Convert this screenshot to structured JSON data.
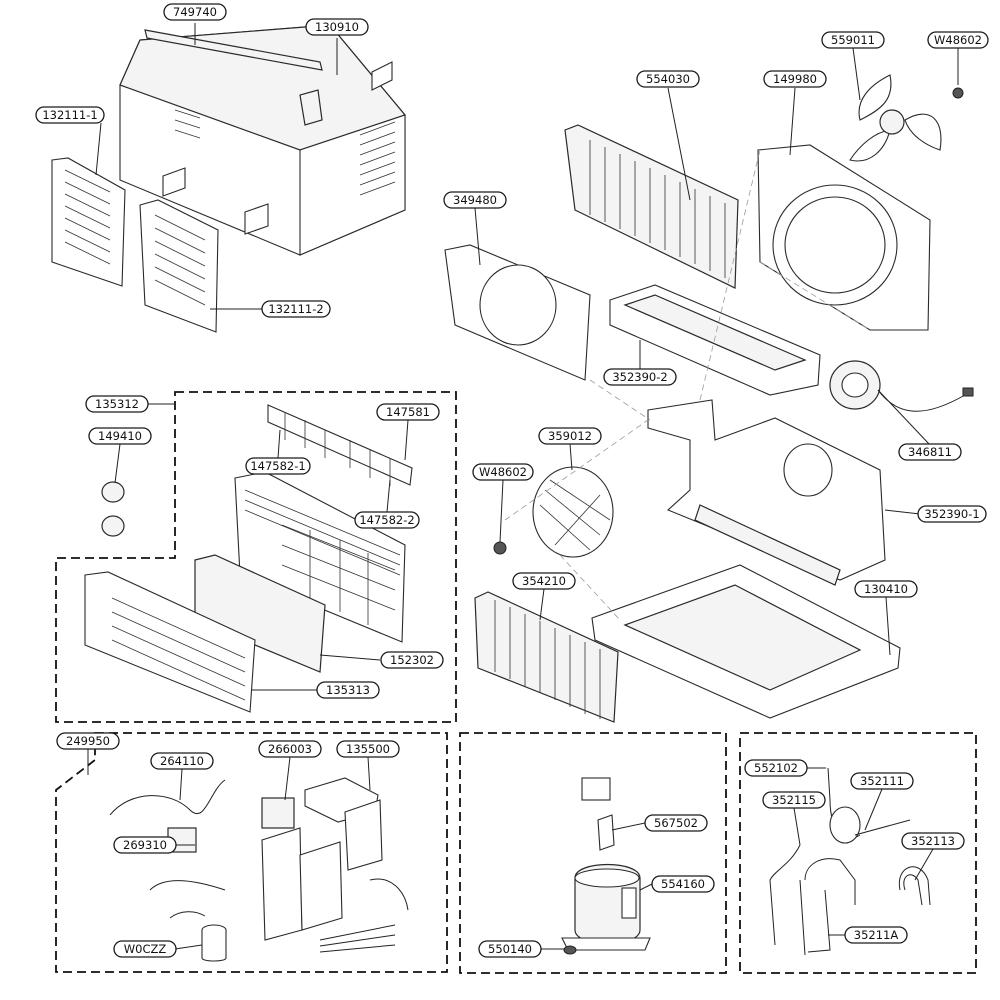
{
  "diagram": {
    "part_callouts": [
      {
        "id": "c1",
        "label": "749740"
      },
      {
        "id": "c2",
        "label": "130910"
      },
      {
        "id": "c3",
        "label": "132111-1"
      },
      {
        "id": "c4",
        "label": "132111-2"
      },
      {
        "id": "c5",
        "label": "554030"
      },
      {
        "id": "c6",
        "label": "559011"
      },
      {
        "id": "c7",
        "label": "W48602"
      },
      {
        "id": "c8",
        "label": "149980"
      },
      {
        "id": "c9",
        "label": "349480"
      },
      {
        "id": "c10",
        "label": "352390-2"
      },
      {
        "id": "c11",
        "label": "135312"
      },
      {
        "id": "c12",
        "label": "147581"
      },
      {
        "id": "c13",
        "label": "149410"
      },
      {
        "id": "c14",
        "label": "147582-1"
      },
      {
        "id": "c15",
        "label": "147582-2"
      },
      {
        "id": "c16",
        "label": "346811"
      },
      {
        "id": "c17",
        "label": "359012"
      },
      {
        "id": "c18",
        "label": "W48602"
      },
      {
        "id": "c19",
        "label": "352390-1"
      },
      {
        "id": "c20",
        "label": "354210"
      },
      {
        "id": "c21",
        "label": "130410"
      },
      {
        "id": "c22",
        "label": "152302"
      },
      {
        "id": "c23",
        "label": "135313"
      },
      {
        "id": "c24",
        "label": "249950"
      },
      {
        "id": "c25",
        "label": "264110"
      },
      {
        "id": "c26",
        "label": "266003"
      },
      {
        "id": "c27",
        "label": "135500"
      },
      {
        "id": "c28",
        "label": "269310"
      },
      {
        "id": "c29",
        "label": "W0CZZ"
      },
      {
        "id": "c30",
        "label": "567502"
      },
      {
        "id": "c31",
        "label": "554160"
      },
      {
        "id": "c32",
        "label": "550140"
      },
      {
        "id": "c33",
        "label": "552102"
      },
      {
        "id": "c34",
        "label": "352111"
      },
      {
        "id": "c35",
        "label": "352115"
      },
      {
        "id": "c36",
        "label": "352113"
      },
      {
        "id": "c37",
        "label": "35211A"
      }
    ]
  }
}
